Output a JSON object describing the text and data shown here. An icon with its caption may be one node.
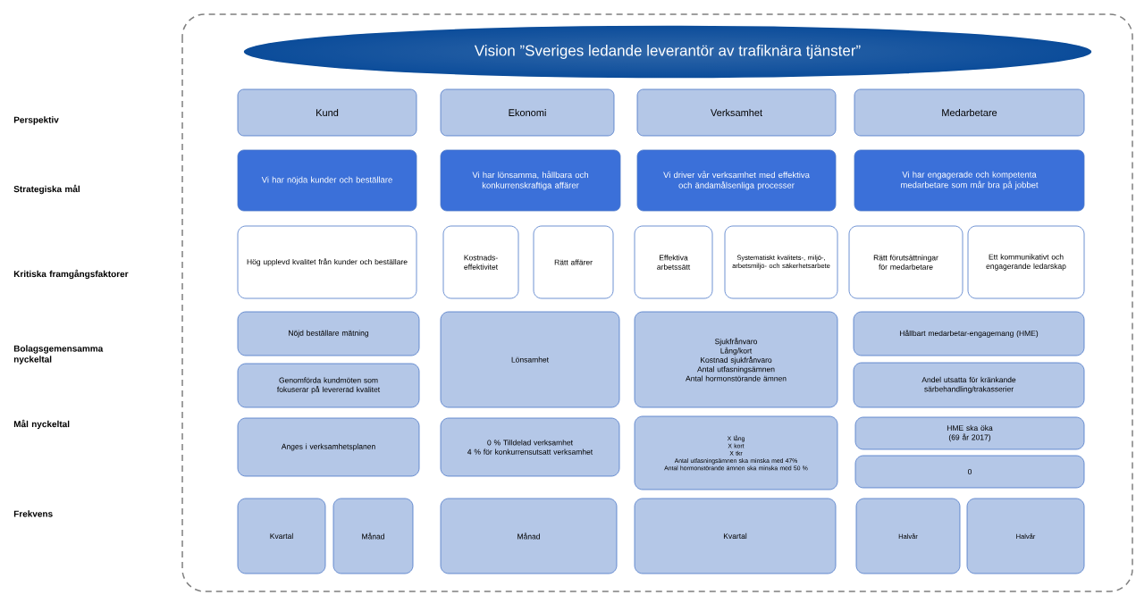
{
  "diagram": {
    "nodes": [
      {
        "text": [
          "Vision ”Sveriges ledande leverantör av trafiknära tjänster”"
        ]
      },
      {
        "text": [
          "Kund"
        ]
      },
      {
        "text": [
          "Ekonomi"
        ]
      },
      {
        "text": [
          "Verksamhet"
        ]
      },
      {
        "text": [
          "Medarbetare"
        ]
      },
      {
        "text": [
          "Vi har nöjda kunder och beställare"
        ]
      },
      {
        "text": [
          "Vi har lönsamma, hållbara och konkurrenskraftiga affärer"
        ]
      },
      {
        "text": [
          "Vi driver vår verksamhet med effektiva och ändamålsenliga processer"
        ]
      },
      {
        "text": [
          "Vi har engagerade och kompetenta medarbetare som mår bra på jobbet"
        ]
      },
      {
        "text": [
          "Hög upplevd kvalitet från kunder och beställare"
        ]
      },
      {
        "text": [
          "Kostnads-effektivitet"
        ]
      },
      {
        "text": [
          "Rätt affärer"
        ]
      },
      {
        "text": [
          "Effektiva arbetssätt"
        ]
      },
      {
        "text": [
          "Systematiskt kvalitets-, miljö-, arbetsmiljö- och säkerhetsarbete"
        ]
      },
      {
        "text": [
          "Rätt förutsättningar för medarbetare"
        ]
      },
      {
        "text": [
          "Ett kommunikativt och engagerande ledarskap"
        ]
      },
      {
        "text": [
          "Nöjd beställare mätning"
        ]
      },
      {
        "text": [
          "Genomförda kundmöten som fokuserar på levererad kvalitet"
        ]
      },
      {
        "text": [
          "Lönsamhet"
        ]
      },
      {
        "text": [
          "Sjukfrånvaro",
          "Lång/kort",
          "Kostnad sjukfrånvaro",
          "Antal utfasningsämnen",
          "Antal hormonstörande ämnen"
        ]
      },
      {
        "text": [
          "Hållbart medarbetar-engagemang (HME)"
        ]
      },
      {
        "text": [
          "Andel utsatta för kränkande särbehandling/trakasserier"
        ]
      },
      {
        "text": [
          "Anges i verksamhetsplanen"
        ]
      },
      {
        "text": [
          "0 % Tilldelad verksamhet",
          "4 % för konkurrensutsatt verksamhet"
        ]
      },
      {
        "text": [
          "X lång",
          "X kort",
          "X tkr",
          "Antal utfasningsämnen ska minska med 47%",
          "Antal hormonstörande ämnen ska minska med 50 %"
        ]
      },
      {
        "text": [
          "HME ska öka",
          "(69 år 2017)"
        ]
      },
      {
        "text": [
          "0"
        ]
      },
      {
        "text": [
          "Kvartal"
        ]
      },
      {
        "text": [
          "Månad"
        ]
      },
      {
        "text": [
          "Månad"
        ]
      },
      {
        "text": [
          "Kvartal"
        ]
      },
      {
        "text": [
          "Halvår"
        ]
      },
      {
        "text": [
          "Halvår"
        ]
      }
    ],
    "labels": [
      "Perspektiv",
      "Strategiska mål",
      "Kritiska framgångsfaktorer",
      "Bolagsgemensamma nyckeltal",
      "Mål nyckeltal",
      "Frekvens"
    ]
  }
}
